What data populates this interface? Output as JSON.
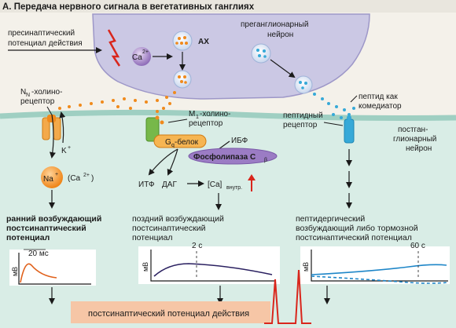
{
  "title": "А. Передача нервного сигнала в вегетативных ганглиях",
  "labels": {
    "presyn_line1": "пресинаптический",
    "presyn_line2": "потенциал действия",
    "ca_ion": "Ca",
    "ca_sup": "2+",
    "ach": "АХ",
    "pregang_line1": "преганглионарный",
    "pregang_line2": "нейрон",
    "nn_line1": "N",
    "nn_sub": "N",
    "nn_line1b": "-холино-",
    "nn_line2": "рецептор",
    "m1_line1": "M",
    "m1_sub": "1",
    "m1_line1b": "-холино-",
    "m1_line2": "рецептор",
    "peptide_rec_line1": "пептидный",
    "peptide_rec_line2": "рецептор",
    "peptide_co_line1": "пептид как",
    "peptide_co_line2": "комедиатор",
    "postgang_line1": "постган-",
    "postgang_line2": "глионарный",
    "postgang_line3": "нейрон",
    "k_ion": "K",
    "k_sup": "+",
    "na_ion": "Na",
    "na_sup": "+",
    "ca_paren": "(Ca",
    "ca_paren_sup": "2+",
    "ca_paren_end": ")",
    "gq": "G",
    "gq_sub": "q",
    "gq_end": "-белок",
    "ibf": "ИБФ",
    "plc": "Фосфолипаза C",
    "plc_sub": "β",
    "itf": "ИТФ",
    "dag": "ДАГ",
    "ca_in": "[Ca]",
    "ca_in_sub": "внутр."
  },
  "potentials": {
    "early_l1": "ранний возбуждающий",
    "early_l2": "постсинаптический",
    "early_l3": "потенциал",
    "late_l1": "поздний возбуждающий",
    "late_l2": "постсинаптический",
    "late_l3": "потенциал",
    "pep_l1": "пептидергический",
    "pep_l2": "возбуждающий либо тормозной",
    "pep_l3": "постсинаптический потенциал"
  },
  "graphs": {
    "axis_label": "мВ",
    "early_time": "20 мс",
    "late_time": "2 с",
    "pep_time": "60 с"
  },
  "action_potential": "постсинаптический потенциал действия",
  "colors": {
    "neuron_fill": "#cbc8e4",
    "membrane": "#cfe7e0",
    "orange": "#f08a1c",
    "purple": "#8e6cb8",
    "green": "#77b84a",
    "cyan": "#36a9d8",
    "red": "#d9261c",
    "ap_band": "#f6c6a6"
  }
}
